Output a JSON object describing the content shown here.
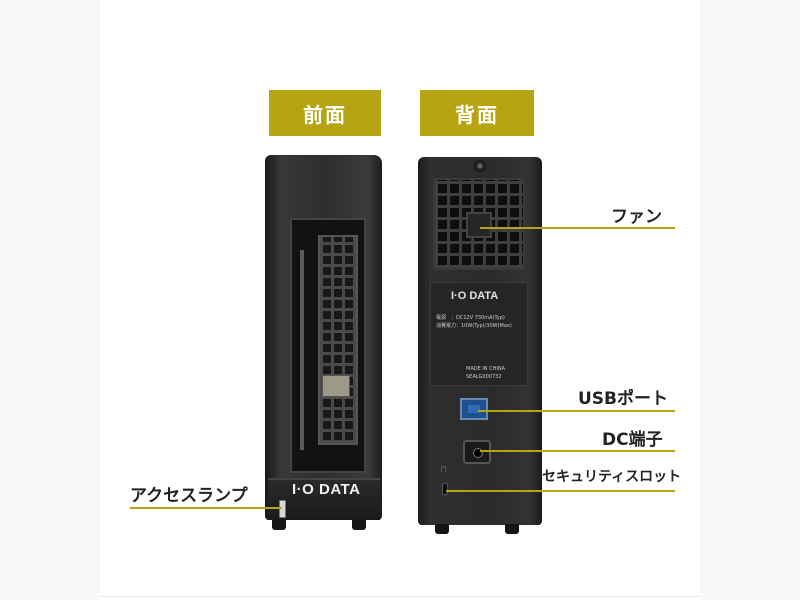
{
  "headings": {
    "front": "前面",
    "back": "背面"
  },
  "front": {
    "logo": "I·O DATA",
    "callouts": {
      "access_lamp": "アクセスランプ"
    }
  },
  "back": {
    "logo": "I·O DATA",
    "label_lines": [
      "電源　：DC12V 730mA(Typ)",
      "消費電力：10W(Typ)/30W(Max)",
      "MADE IN CHINA",
      "SEALG000732"
    ],
    "callouts": {
      "fan": "ファン",
      "usb_port": "USBポート",
      "dc_jack": "DC端子",
      "security_slot": "セキュリティスロット"
    }
  },
  "colors": {
    "accent": "#b7a413",
    "device": "#2d2d2d",
    "usb_blue": "#1e4f8f"
  }
}
